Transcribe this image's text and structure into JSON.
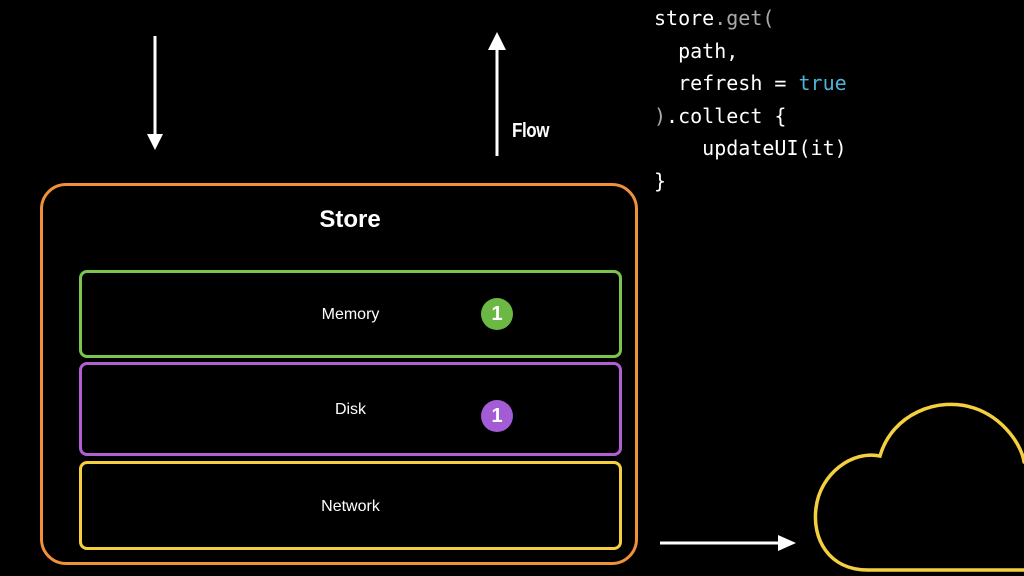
{
  "store": {
    "title": "Store",
    "layers": [
      {
        "label": "Memory",
        "border_color": "#7dc44e",
        "badge": "1",
        "badge_color": "#6cb844"
      },
      {
        "label": "Disk",
        "border_color": "#b15fd3",
        "badge": "1",
        "badge_color": "#a35cd6"
      },
      {
        "label": "Network",
        "border_color": "#f4d03f",
        "badge": null,
        "badge_color": null
      }
    ],
    "border_color": "#f0903a"
  },
  "flow_label": "Flow",
  "code": {
    "line1_obj": "store",
    "line1_call": ".get(",
    "line2": "path,",
    "line3_key": "refresh = ",
    "line3_val": "true",
    "line4_close": ")",
    "line4_call": ".collect {",
    "line5": "updateUI(it)",
    "line6": "}"
  },
  "icons": {
    "down_arrow": "arrow-down-icon",
    "up_arrow": "arrow-up-icon",
    "right_arrow": "arrow-right-icon",
    "cloud": "cloud-icon"
  },
  "colors": {
    "background": "#000000",
    "cloud_stroke": "#f4d03f"
  }
}
